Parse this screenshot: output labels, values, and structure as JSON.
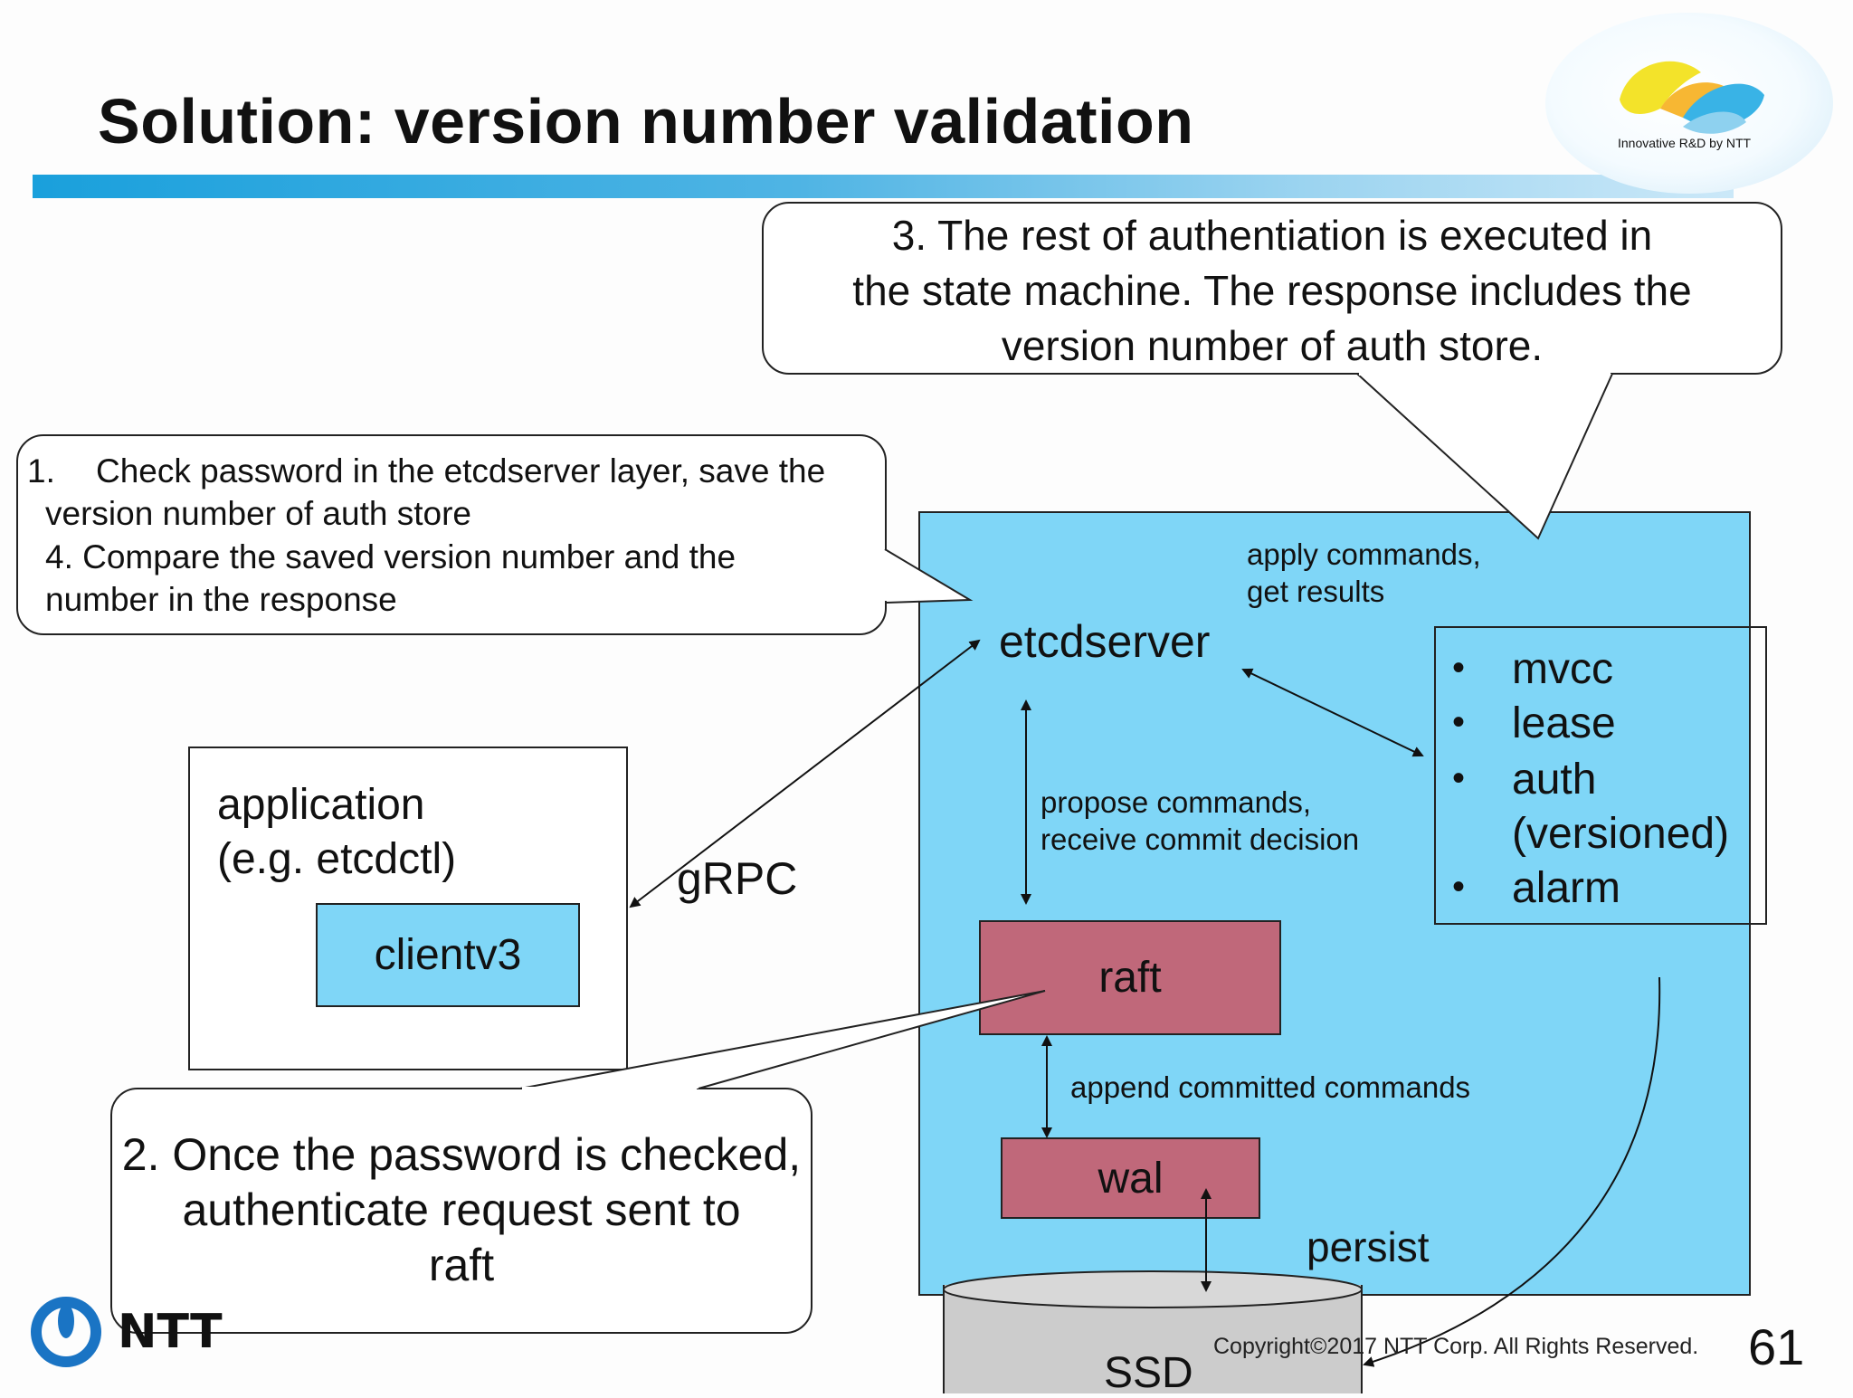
{
  "title": "Solution: version number validation",
  "logo": {
    "tagline": "Innovative R&D by NTT",
    "brand": "NTT"
  },
  "callouts": {
    "step3": [
      "3. The rest of authentiation is executed in",
      "the state machine. The response includes the",
      "version number of auth store."
    ],
    "step1": {
      "num": "1.",
      "line1": "Check password in the etcdserver layer, save the",
      "line2": "version number of auth store",
      "line3": "4. Compare the saved version number and the",
      "line4": "number in the response"
    },
    "step2": [
      "2. Once the password is checked,",
      "authenticate request sent to",
      "raft"
    ]
  },
  "components": {
    "application": [
      "application",
      "(e.g. etcdctl)"
    ],
    "clientv3": "clientv3",
    "etcdserver": "etcdserver",
    "raft": "raft",
    "wal": "wal",
    "ssd": "SSD",
    "stores": [
      "mvcc",
      "lease",
      "auth",
      "(versioned)",
      "alarm"
    ]
  },
  "edge_labels": {
    "grpc": "gRPC",
    "apply": [
      "apply commands,",
      "get results"
    ],
    "propose": [
      "propose commands,",
      "receive commit decision"
    ],
    "append": "append committed commands",
    "persist": "persist"
  },
  "footer": {
    "copyright": "Copyright©2017  NTT Corp. All Rights Reserved.",
    "page": "61"
  },
  "colors": {
    "etcd_area": "#7fd6f7",
    "raft_box": "#c0687a",
    "ssd": "#cccccc",
    "header_bar": "#1aa0dc"
  }
}
